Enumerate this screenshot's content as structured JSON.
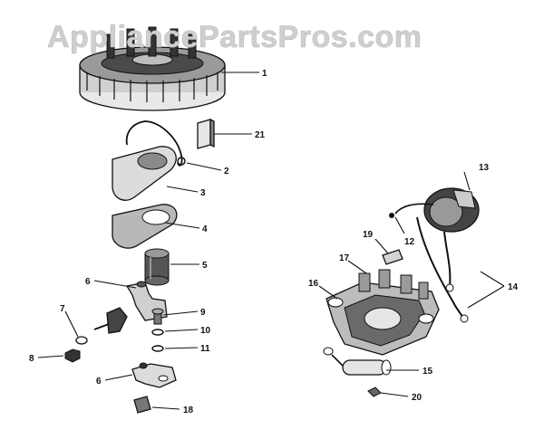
{
  "watermark": "AppliancePartsPros.com",
  "callouts": [
    "1",
    "2",
    "3",
    "4",
    "5",
    "6",
    "7",
    "8",
    "9",
    "10",
    "11",
    "6",
    "18",
    "21",
    "13",
    "12",
    "19",
    "17",
    "16",
    "14",
    "15",
    "20"
  ]
}
